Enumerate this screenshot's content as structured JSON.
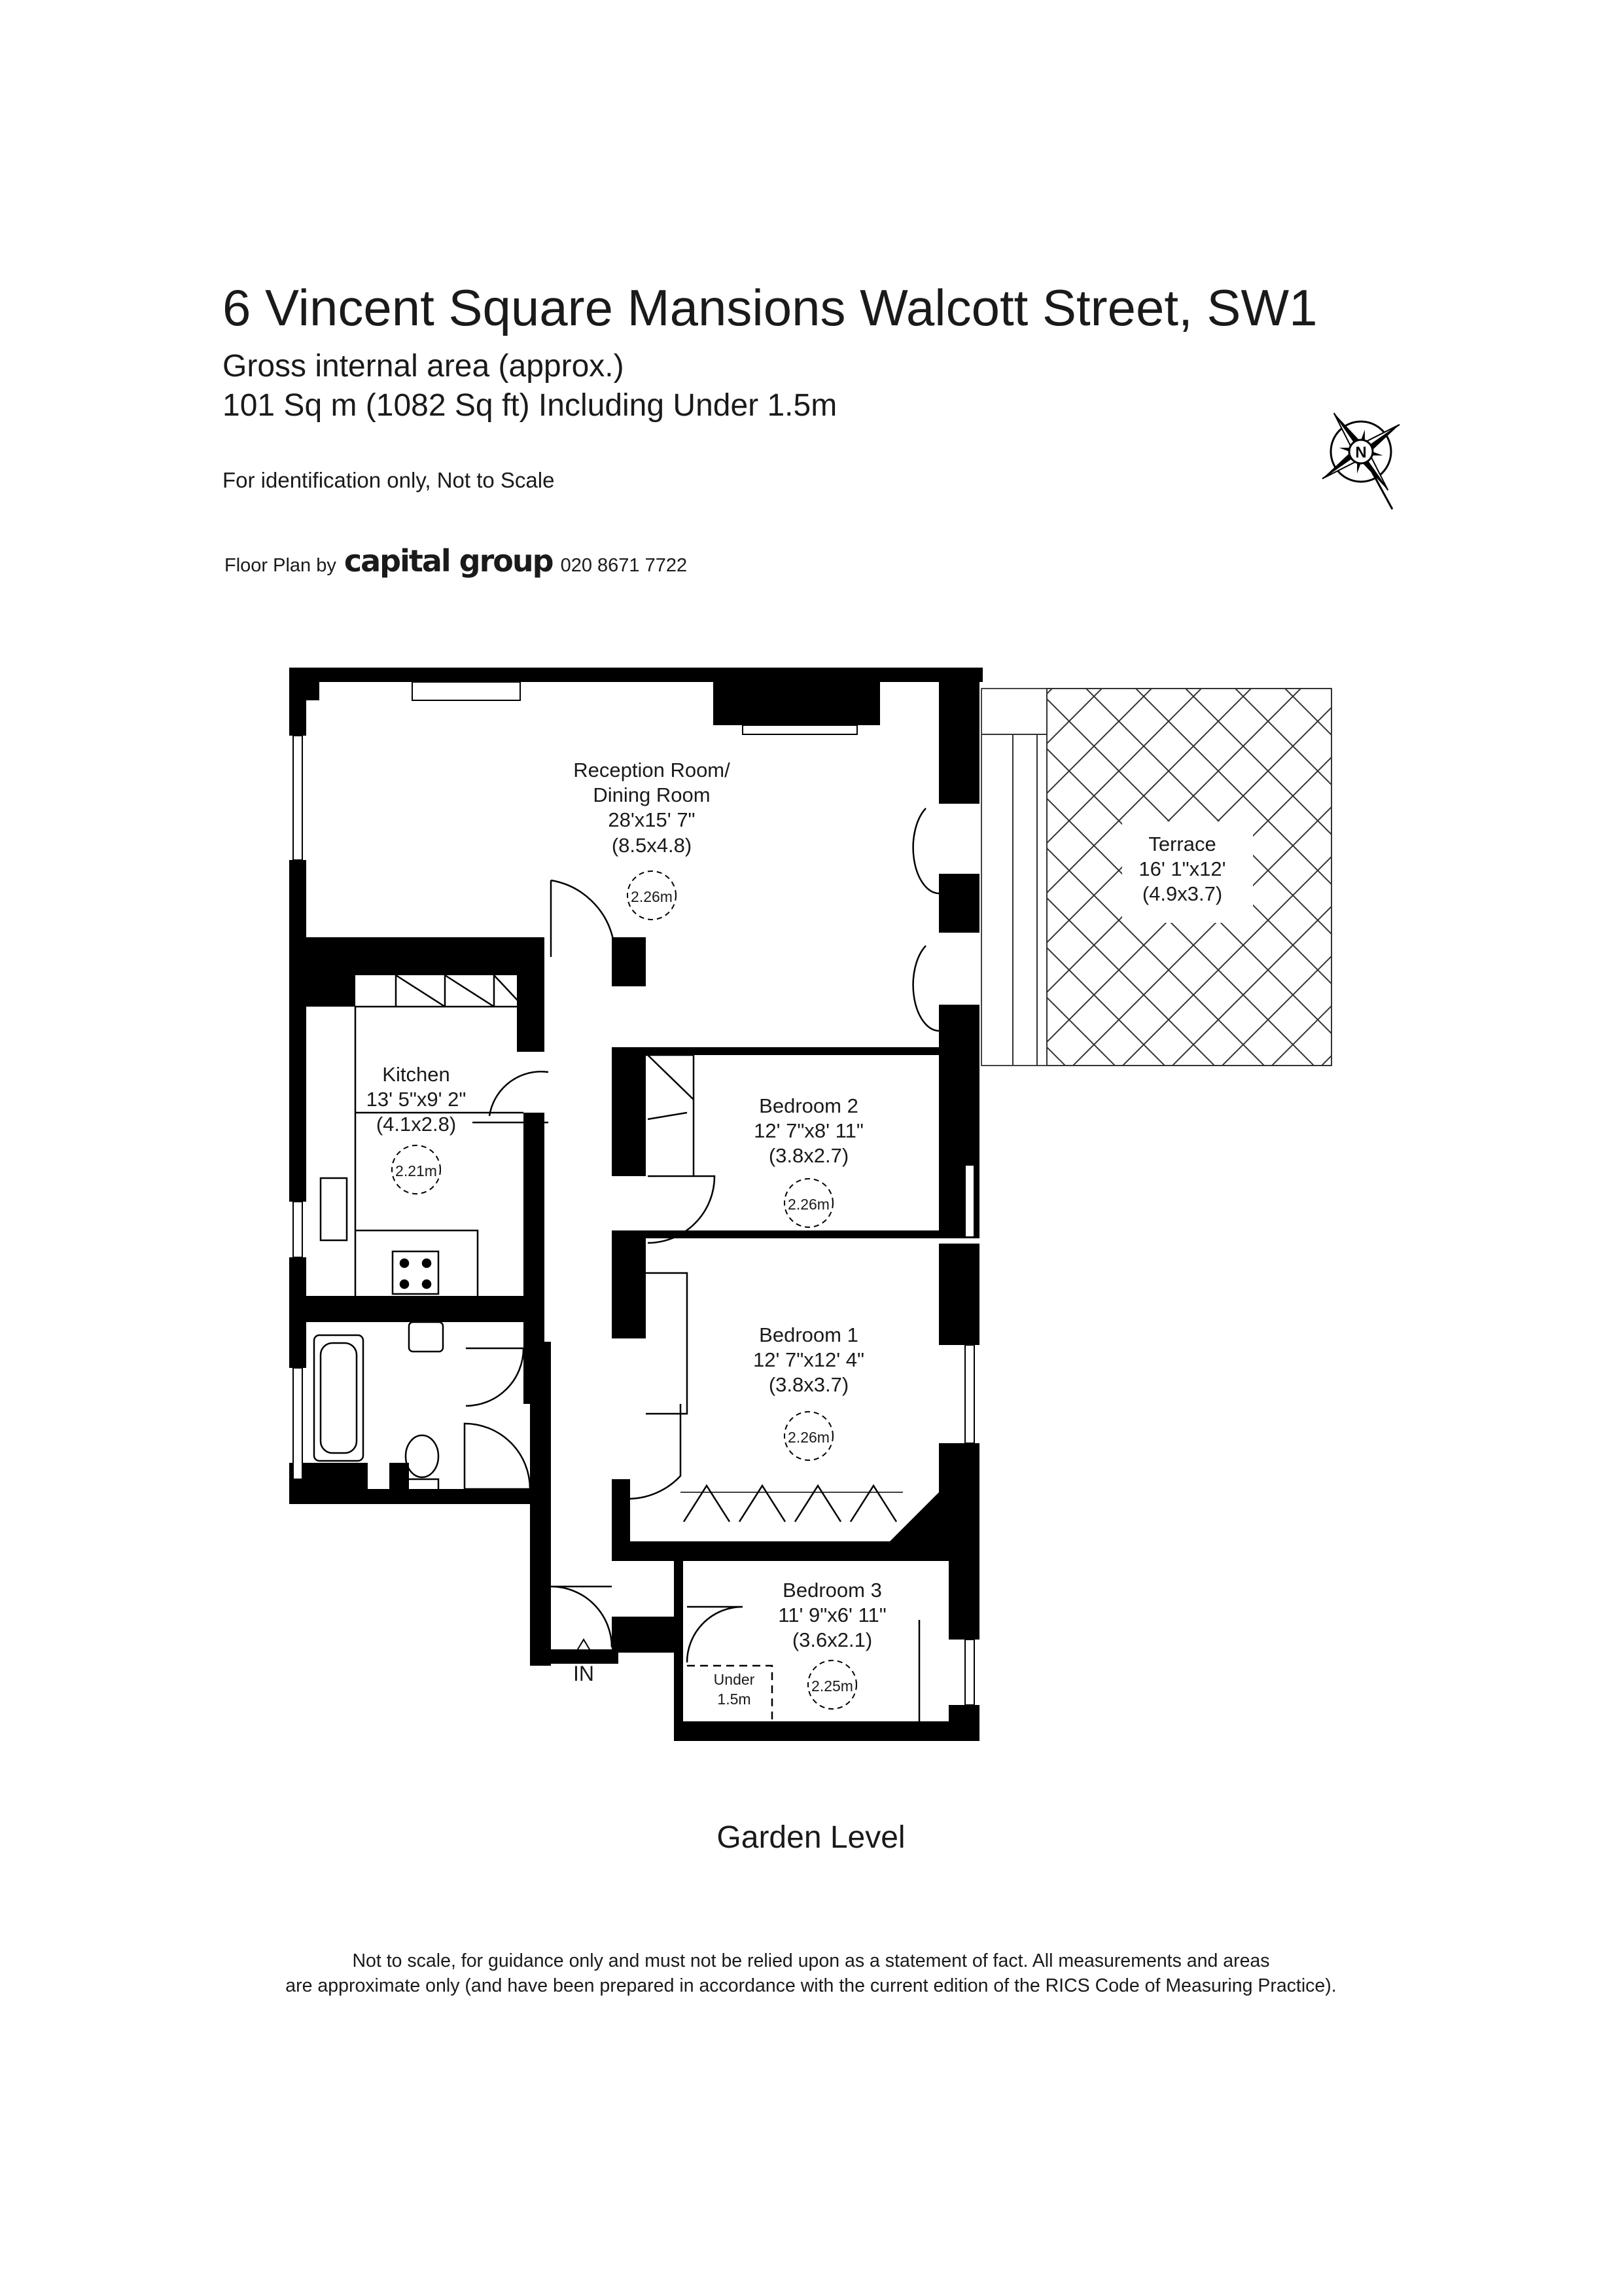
{
  "header": {
    "title": "6 Vincent Square Mansions Walcott Street, SW1",
    "area_heading": "Gross internal area (approx.)",
    "area_value": "101 Sq m (1082 Sq ft) Including Under 1.5m",
    "identification_note": "For identification only, Not to Scale",
    "credit_prefix": "Floor Plan by",
    "credit_brand": "capital group",
    "credit_phone": "020 8671 7722"
  },
  "compass": {
    "label": "N",
    "icon": "compass-rose-icon"
  },
  "rooms": {
    "reception": {
      "name_line1": "Reception Room/",
      "name_line2": "Dining Room",
      "imperial": "28'x15' 7\"",
      "metric": "(8.5x4.8)",
      "ceiling": "2.26m"
    },
    "terrace": {
      "name": "Terrace",
      "imperial": "16' 1\"x12'",
      "metric": "(4.9x3.7)"
    },
    "kitchen": {
      "name": "Kitchen",
      "imperial": "13' 5\"x9' 2\"",
      "metric": "(4.1x2.8)",
      "ceiling": "2.21m"
    },
    "bedroom2": {
      "name": "Bedroom 2",
      "imperial": "12' 7\"x8' 11\"",
      "metric": "(3.8x2.7)",
      "ceiling": "2.26m"
    },
    "bedroom1": {
      "name": "Bedroom 1",
      "imperial": "12' 7\"x12' 4\"",
      "metric": "(3.8x3.7)",
      "ceiling": "2.26m"
    },
    "bedroom3": {
      "name": "Bedroom 3",
      "imperial": "11' 9\"x6' 11\"",
      "metric": "(3.6x2.1)",
      "ceiling": "2.25m"
    },
    "under": {
      "line1": "Under",
      "line2": "1.5m"
    }
  },
  "entrance_label": "IN",
  "level_caption": "Garden Level",
  "disclaimer": {
    "line1": "Not to scale, for guidance only and must not be relied upon as a statement of fact.  All measurements and areas",
    "line2": "are approximate only (and have been prepared in accordance with the current edition of the RICS Code of Measuring Practice)."
  },
  "colors": {
    "wall": "#000000",
    "background": "#ffffff",
    "text": "#1a1a1a"
  }
}
